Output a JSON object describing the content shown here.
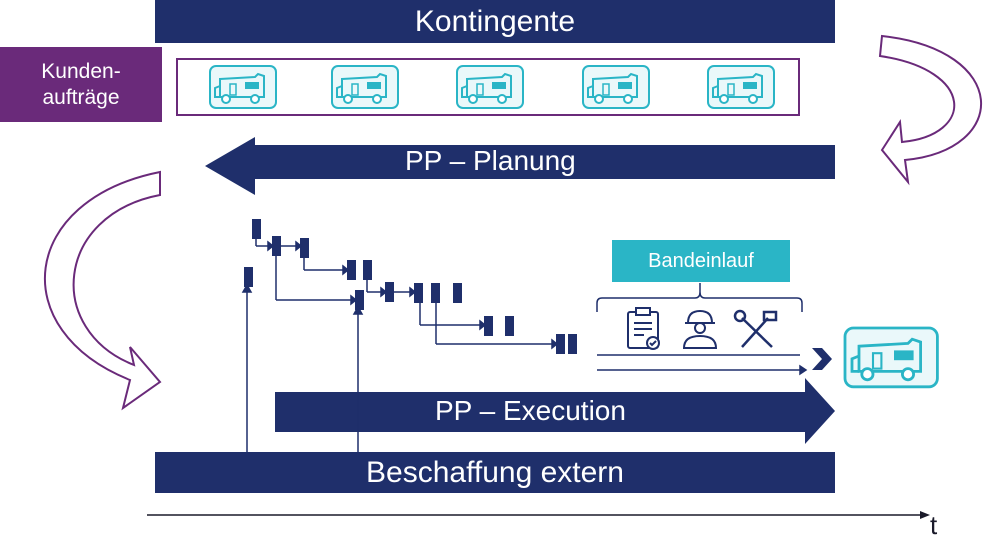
{
  "top_bar": {
    "label": "Kontingente"
  },
  "customer_orders": {
    "label_line1": "Kunden-",
    "label_line2": "aufträge"
  },
  "planning_arrow": {
    "label": "PP – Planung"
  },
  "execution_arrow": {
    "label": "PP – Execution"
  },
  "bottom_bar": {
    "label": "Beschaffung extern"
  },
  "line_entry": {
    "label": "Bandeinlauf"
  },
  "time_axis": {
    "label": "t"
  },
  "icons": [
    "motorhome-icon",
    "clipboard-icon",
    "worker-icon",
    "tools-icon"
  ],
  "colors": {
    "navy": "#1f2f6b",
    "purple": "#6a2a7a",
    "teal": "#2ab5c6"
  }
}
